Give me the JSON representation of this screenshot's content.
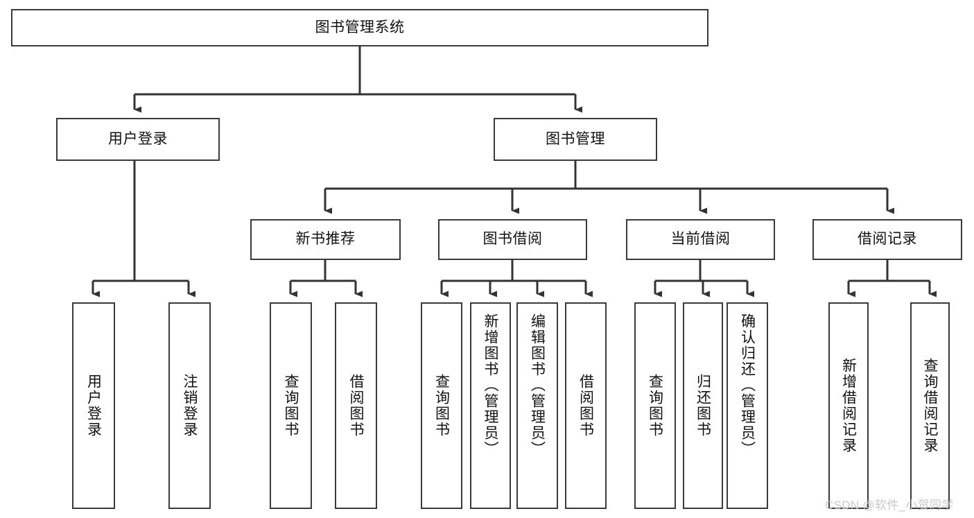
{
  "diagram": {
    "type": "tree",
    "title": "图书管理系统",
    "watermark": "CSDN @软件_小贺同学",
    "colors": {
      "box_border": "#3a3a3a",
      "box_fill": "#ffffff",
      "edge": "#333333",
      "text": "#111111",
      "watermark": "#c9c9c9"
    },
    "levels": {
      "root": {
        "label": "图书管理系统"
      },
      "level2": [
        {
          "id": "user-login",
          "label": "用户登录"
        },
        {
          "id": "book-manage",
          "label": "图书管理"
        }
      ],
      "level3": [
        {
          "id": "new-book-rec",
          "label": "新书推荐"
        },
        {
          "id": "book-borrow",
          "label": "图书借阅"
        },
        {
          "id": "current-borrow",
          "label": "当前借阅"
        },
        {
          "id": "borrow-record",
          "label": "借阅记录"
        }
      ],
      "leaves": {
        "user_login": [
          {
            "id": "leaf-user-login",
            "label": "用户登录"
          },
          {
            "id": "leaf-logout",
            "label": "注销登录"
          }
        ],
        "new_book_rec": [
          {
            "id": "leaf-query-book-1",
            "label": "查询图书"
          },
          {
            "id": "leaf-borrow-book-1",
            "label": "借阅图书"
          }
        ],
        "book_borrow": [
          {
            "id": "leaf-query-book-2",
            "label": "查询图书"
          },
          {
            "id": "leaf-add-book",
            "label": "新增图书（管理员）"
          },
          {
            "id": "leaf-edit-book",
            "label": "编辑图书（管理员）"
          },
          {
            "id": "leaf-borrow-book-2",
            "label": "借阅图书"
          }
        ],
        "current_borrow": [
          {
            "id": "leaf-query-book-3",
            "label": "查询图书"
          },
          {
            "id": "leaf-return-book",
            "label": "归还图书"
          },
          {
            "id": "leaf-confirm-return",
            "label": "确认归还（管理员）"
          }
        ],
        "borrow_record": [
          {
            "id": "leaf-add-record",
            "label": "新增借阅记录"
          },
          {
            "id": "leaf-query-record",
            "label": "查询借阅记录"
          }
        ]
      }
    }
  }
}
